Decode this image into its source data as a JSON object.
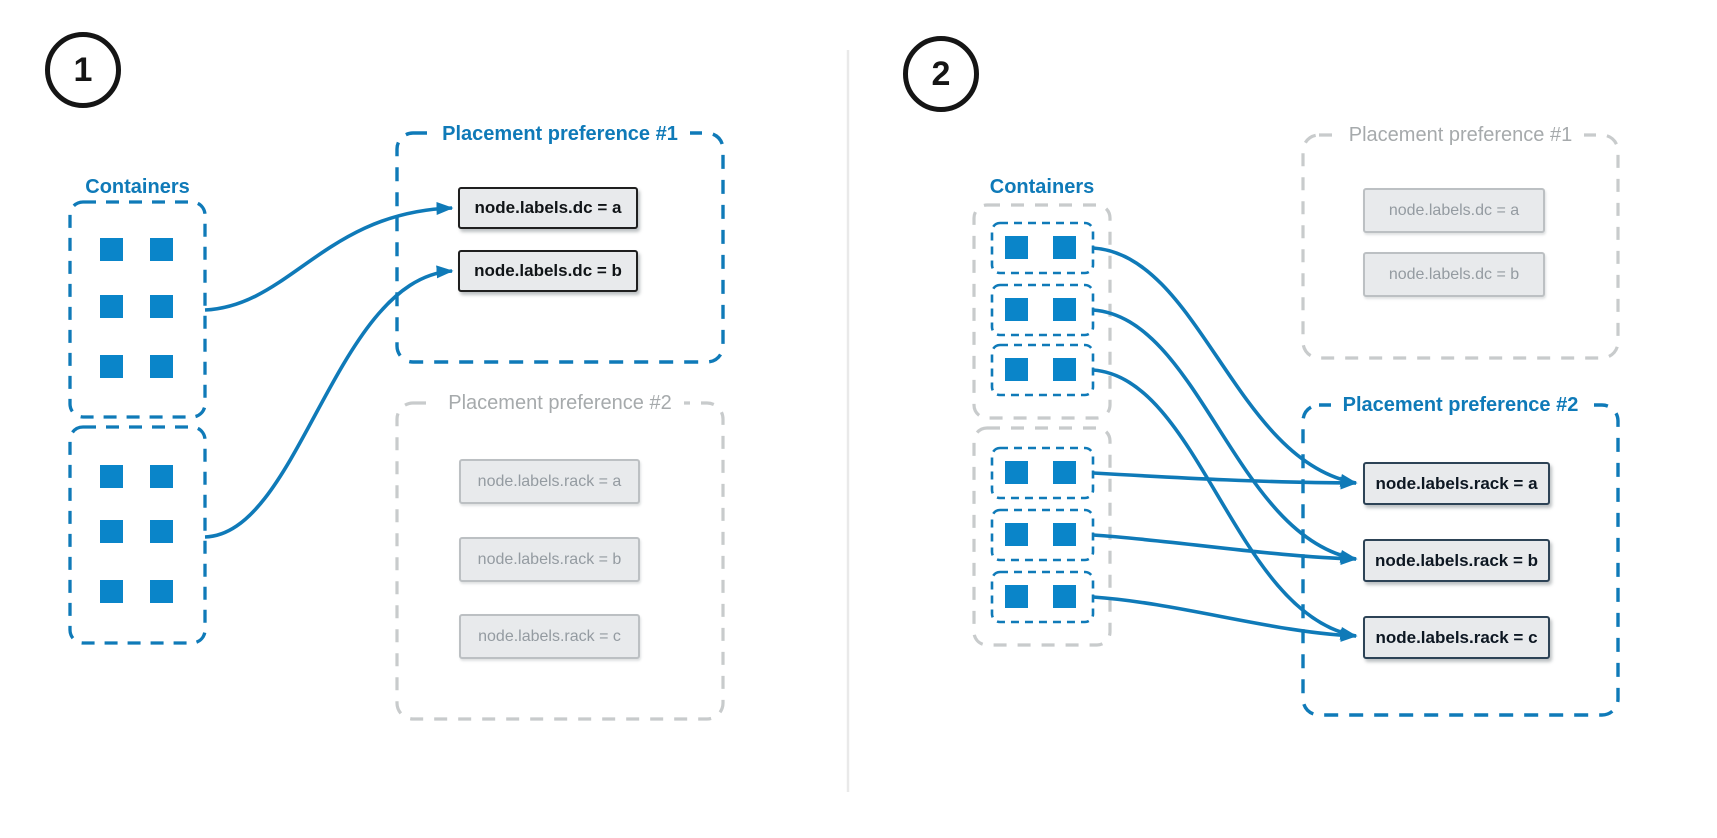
{
  "colors": {
    "blue": "#0F7AB8",
    "square_blue": "#0A85C9",
    "inactive_gray_border": "#C8CBCC",
    "inactive_text": "#A6AAAC",
    "node_fill": "#E8EAEC",
    "node_border_dark": "#1F1F1F",
    "node_border_slate": "#2D4356",
    "divider": "#E9E9E9"
  },
  "panels": [
    {
      "number": "1",
      "containers_label": "Containers",
      "container_groups": [
        {
          "containers": 6
        },
        {
          "containers": 6
        }
      ],
      "preferences": [
        {
          "title": "Placement preference #1",
          "state": "active",
          "nodes": [
            "node.labels.dc = a",
            "node.labels.dc = b"
          ]
        },
        {
          "title": "Placement preference #2",
          "state": "inactive",
          "nodes": [
            "node.labels.rack = a",
            "node.labels.rack = b",
            "node.labels.rack = c"
          ]
        }
      ]
    },
    {
      "number": "2",
      "containers_label": "Containers",
      "container_groups": [
        {
          "containers": 2
        },
        {
          "containers": 2
        },
        {
          "containers": 2
        },
        {
          "containers": 2
        },
        {
          "containers": 2
        },
        {
          "containers": 2
        }
      ],
      "preferences": [
        {
          "title": "Placement preference #1",
          "state": "inactive",
          "nodes": [
            "node.labels.dc = a",
            "node.labels.dc = b"
          ]
        },
        {
          "title": "Placement preference #2",
          "state": "active",
          "nodes": [
            "node.labels.rack = a",
            "node.labels.rack = b",
            "node.labels.rack = c"
          ]
        }
      ]
    }
  ]
}
